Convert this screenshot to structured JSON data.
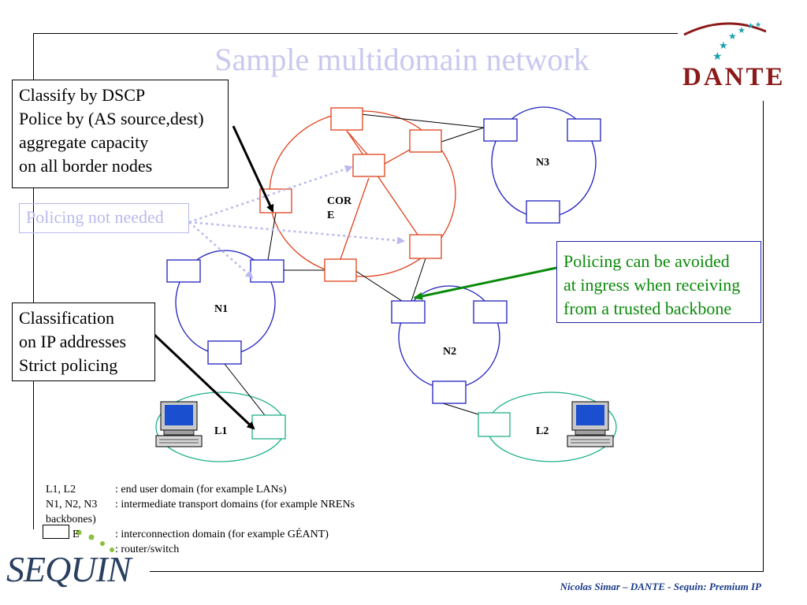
{
  "title": "Sample multidomain network",
  "callout_classify": {
    "lines": [
      "Classify by DSCP",
      "Police by (AS source,dest)",
      "aggregate capacity",
      "on all border nodes"
    ]
  },
  "callout_classification": {
    "lines": [
      "Classification",
      "on IP addresses",
      "Strict policing"
    ]
  },
  "policing_not_needed": "Policing not needed",
  "policing_avoided": {
    "lines": [
      "Policing can be avoided",
      "at ingress when receiving",
      "from a trusted backbone"
    ]
  },
  "domains": {
    "core_line1": "COR",
    "core_line2": "E",
    "n1": "N1",
    "n2": "N2",
    "n3": "N3",
    "l1": "L1",
    "l2": "L2"
  },
  "legend": {
    "row1_key": "L1, L2",
    "row1_val": ": end user domain (for example LANs)",
    "row2_key": "N1, N2, N3",
    "row2_val": ": intermediate transport domains (for example NRENs",
    "row3_key": "backbones)",
    "row4_key": "E",
    "row4_val": ": interconnection domain (for example GÉANT)",
    "row5_val": ": router/switch"
  },
  "footer": "Nicolas Simar – DANTE - Sequin: Premium IP",
  "logos": {
    "dante": "DANTE",
    "sequin": "SEQUIN"
  },
  "colors": {
    "core": "#e0401a",
    "transit": "#1f1fbf",
    "lan": "#1fb08a",
    "arrow_green": "#0a8a0a",
    "dotted": "#b9b9ef",
    "dante_red": "#8b1a1a",
    "star_teal": "#1aa0b0"
  },
  "icons": [
    "computer-icon",
    "computer-icon",
    "dante-stars-icon",
    "sequin-dots-icon"
  ]
}
